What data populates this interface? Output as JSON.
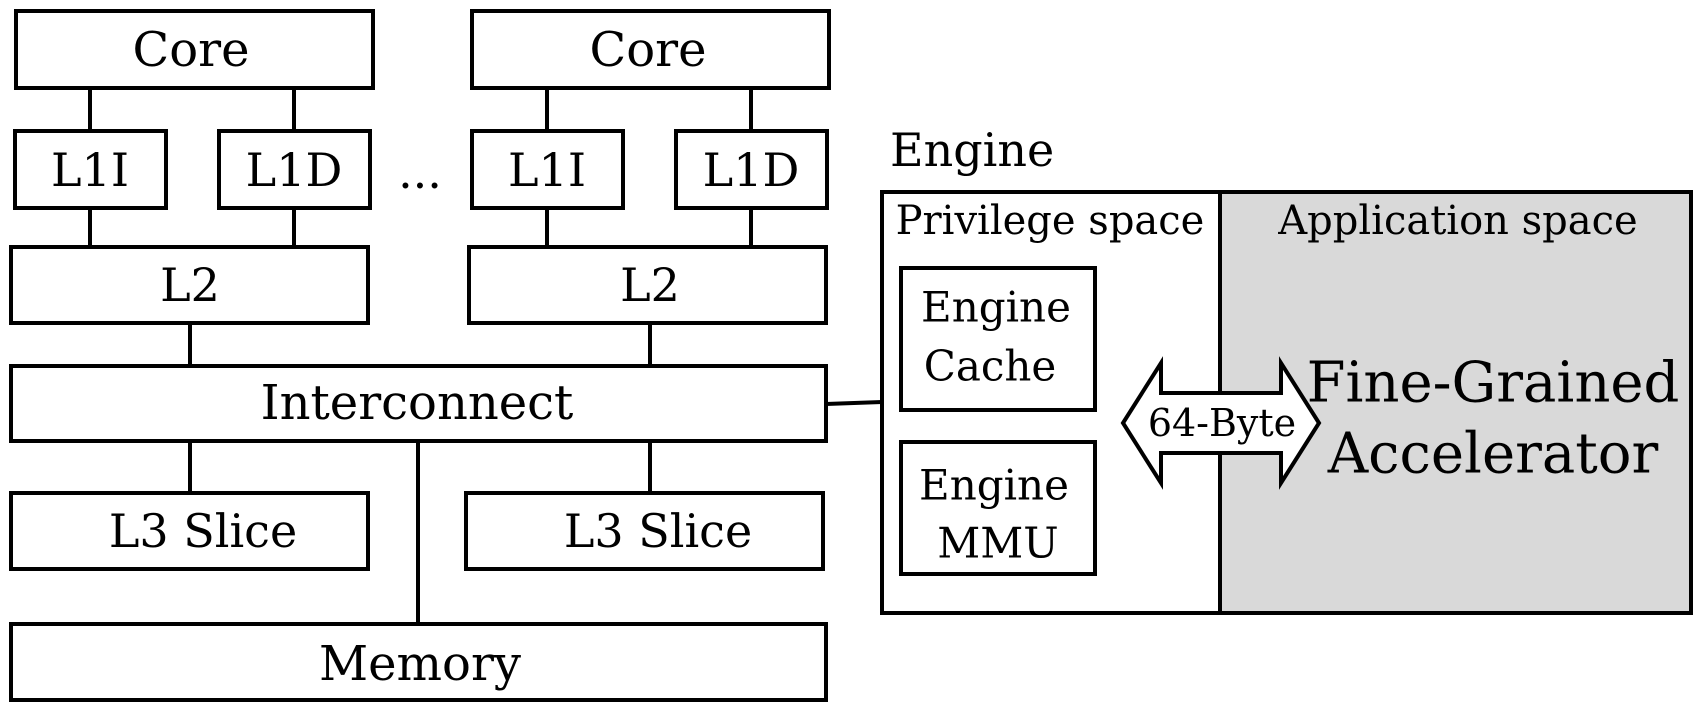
{
  "diagram": {
    "left_cluster": {
      "core_label": "Core",
      "l1i_label": "L1I",
      "l1d_label": "L1D",
      "l2_label": "L2",
      "ellipsis": "...",
      "interconnect_label": "Interconnect",
      "l3_label": "L3 Slice",
      "memory_label": "Memory"
    },
    "engine": {
      "title": "Engine",
      "privilege_space_label": "Privilege space",
      "application_space_label": "Application space",
      "cache_line1": "Engine",
      "cache_line2": "Cache",
      "mmu_line1": "Engine",
      "mmu_line2": "MMU",
      "arrow_label": "64-Byte",
      "accelerator_line1": "Fine-Grained",
      "accelerator_line2": "Accelerator"
    },
    "colors": {
      "application_space_fill": "#d9d9d9",
      "stroke": "#000000"
    }
  }
}
